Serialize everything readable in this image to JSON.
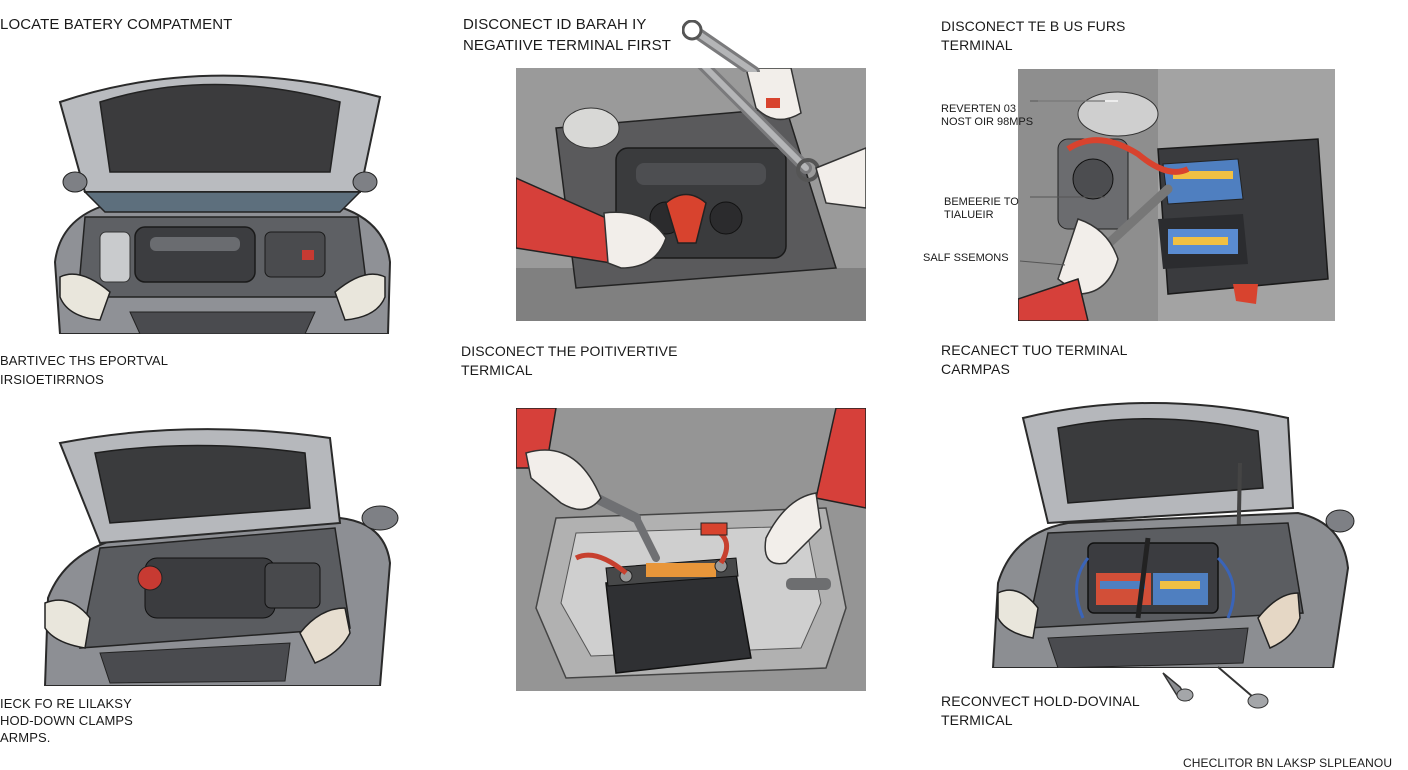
{
  "steps": [
    {
      "lines": [
        "LOCATE BATERY COMPATMENT"
      ]
    },
    {
      "lines": [
        "DISCONECT ID BARAH IY",
        "NEGATIIVE TERMINAL FIRST"
      ]
    },
    {
      "lines": [
        "DISCONECT TE B US FURS",
        "TERMINAL"
      ]
    },
    {
      "lines": [
        "BARTIVEC THS EPORTVAL",
        "IRSIOETIRRNOS"
      ]
    },
    {
      "lines": [
        "DISCONECT THE POITIVERTIVE",
        "TERMICAL"
      ]
    },
    {
      "lines": [
        "RECANECT TUO TERMINAL",
        "CARMPAS"
      ]
    },
    {
      "lines": [
        "IECK FO RE LILAKSY",
        "HOD-DOWN CLAMPS",
        "ARMPS."
      ]
    },
    {
      "lines": [
        "RECONVECT HOLD-DOVINAL",
        "TERMICAL"
      ]
    },
    {
      "lines": [
        "CHECLITOR BN LAKSP SLPLEANOU"
      ]
    }
  ],
  "callouts": [
    {
      "lines": [
        "REVERTEN 03",
        "NOST OIR 98MPS"
      ]
    },
    {
      "lines": [
        "BEMEERIE TO",
        "TIALUEIR"
      ]
    },
    {
      "lines": [
        "SALF SSEMONS"
      ]
    }
  ],
  "colors": {
    "sleeve": "#d6403a",
    "clamp": "#d8432e",
    "panel_gray": "#9a9a9a",
    "car_gray": "#8a8c90"
  }
}
